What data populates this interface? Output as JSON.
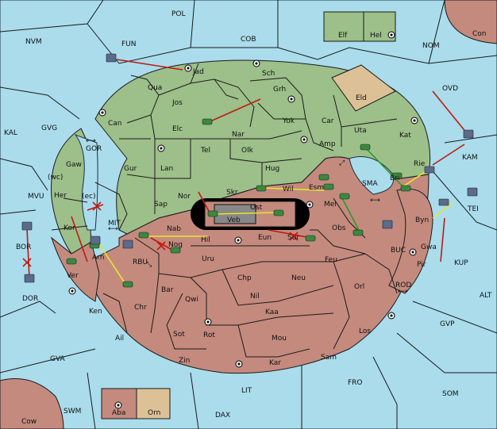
{
  "map": {
    "colors": {
      "sea": "#aadcec",
      "player_green": "#9dbf8a",
      "player_red": "#c48a7e",
      "neutral": "#ddc196",
      "order_move": "#c01a10",
      "order_support": "#e6e62a",
      "order_convoy": "#2a9a2a"
    },
    "sea_labels": [
      "POL",
      "NVM",
      "FUN",
      "COB",
      "NOM",
      "OVD",
      "Con",
      "KAL",
      "GVG",
      "GOR",
      "(wc)",
      "MVU",
      "(ec)",
      "MIT",
      "RBU",
      "BOR",
      "DOR",
      "SMA",
      "KAM",
      "TEI",
      "BUC",
      "ROD",
      "KUP",
      "ALT",
      "GVP",
      "FRO",
      "SOM",
      "GVA",
      "LIT",
      "SWM",
      "DAX",
      "Cow"
    ],
    "land_labels": [
      "Elf",
      "Hel",
      "Jad",
      "Sch",
      "Qua",
      "Grh",
      "Jos",
      "Eld",
      "Can",
      "Yok",
      "Car",
      "Uta",
      "Elc",
      "Nar",
      "Kat",
      "Tel",
      "Olk",
      "Amp",
      "Gur",
      "Lan",
      "Hug",
      "Rie",
      "Gaw",
      "Bri",
      "Wil",
      "Esm",
      "Nor",
      "Skr",
      "Her",
      "Sap",
      "Ost",
      "Mel",
      "Byn",
      "Kor",
      "Veb",
      "Nab",
      "Obs",
      "Eun",
      "Sur",
      "Gwa",
      "Hil",
      "Nog",
      "Arn",
      "Uru",
      "Feu",
      "Pir",
      "Ver",
      "Chp",
      "Neu",
      "Bar",
      "Qwi",
      "Nil",
      "Orl",
      "Ken",
      "Chr",
      "Kaa",
      "Ail",
      "Sot",
      "Rot",
      "Mou",
      "Los",
      "Zin",
      "Kar",
      "Sam",
      "Aba",
      "Orn"
    ],
    "icons": [
      "army-icon",
      "fleet-icon",
      "supply-center-icon",
      "move-arrow-icon",
      "support-line-icon",
      "dislodged-cross-icon",
      "canal-arrow-icon"
    ]
  }
}
